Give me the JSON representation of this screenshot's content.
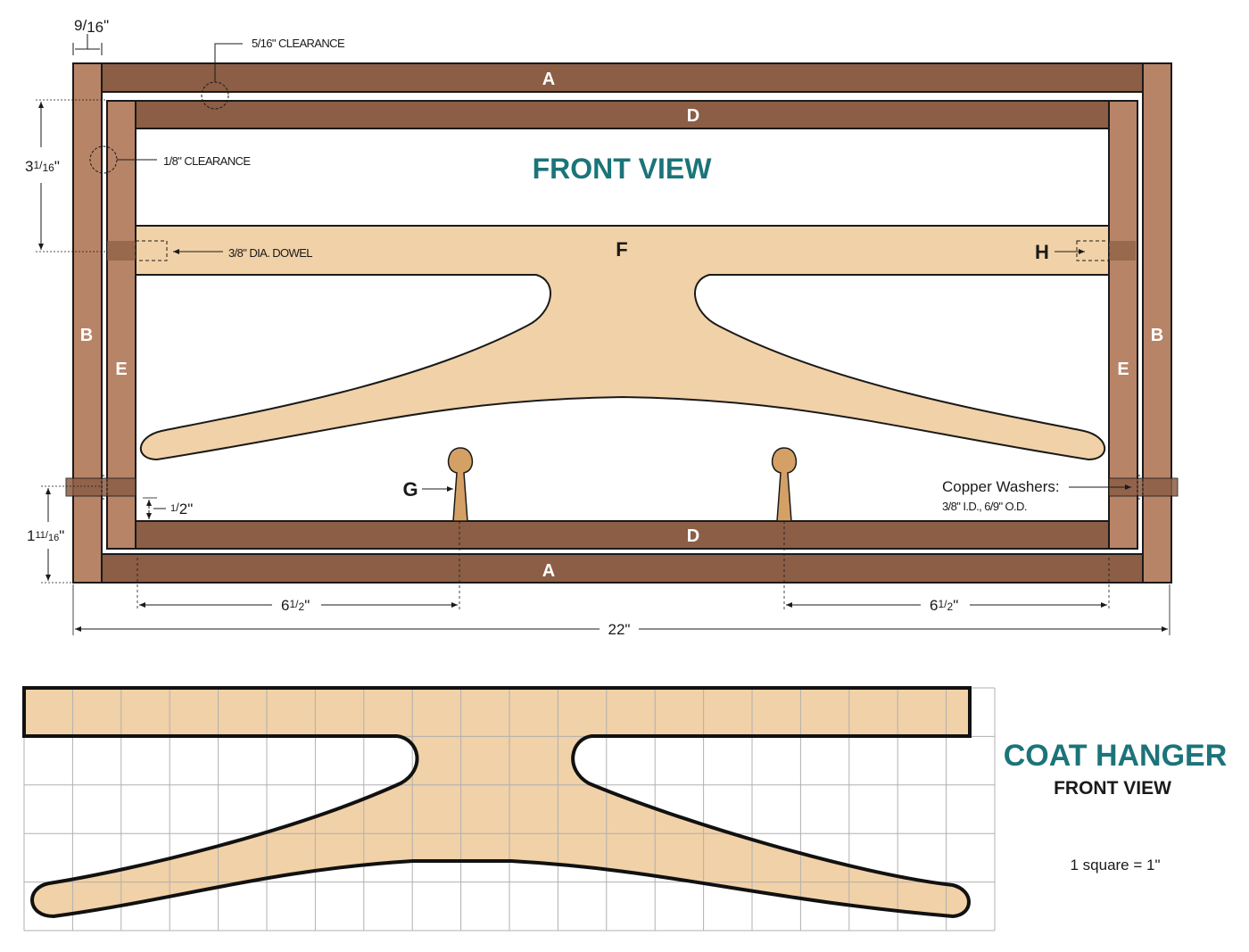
{
  "front_view": {
    "title": "FRONT VIEW",
    "parts": {
      "a_top": "A",
      "a_bottom": "A",
      "b_left": "B",
      "b_right": "B",
      "d_top": "D",
      "d_bottom": "D",
      "e_left": "E",
      "e_right": "E",
      "f": "F",
      "g": "G",
      "h": "H"
    },
    "dimensions": {
      "top_width_num": "9",
      "top_width_den": "16",
      "clearance_top_num": "5",
      "clearance_top_den": "16",
      "clearance_top_text": "CLEARANCE",
      "clearance_side_num": "1",
      "clearance_side_den": "8",
      "clearance_side_text": "CLEARANCE",
      "dowel_num": "3",
      "dowel_den": "8",
      "dowel_text": "DIA. DOWEL",
      "height_upper_whole": "3",
      "height_upper_num": "1",
      "height_upper_den": "16",
      "height_lower_whole": "1",
      "height_lower_num": "11",
      "height_lower_den": "16",
      "half_num": "1",
      "half_den": "2",
      "left_span_whole": "6",
      "left_span_num": "1",
      "left_span_den": "2",
      "right_span_whole": "6",
      "right_span_num": "1",
      "right_span_den": "2",
      "total_width": "22\""
    },
    "washers": {
      "line1": "Copper Washers:",
      "id_num": "3",
      "id_den": "8",
      "id_text": "I.D.,",
      "od_num": "6",
      "od_den": "9",
      "od_text": "O.D."
    }
  },
  "pattern": {
    "title": "COAT HANGER",
    "subtitle": "FRONT VIEW",
    "scale": "1 square = 1\""
  },
  "colors": {
    "frame_outer": "#8b5e45",
    "frame_side": "#b88467",
    "hanger": "#f1d1a7",
    "title": "#1b7479"
  }
}
